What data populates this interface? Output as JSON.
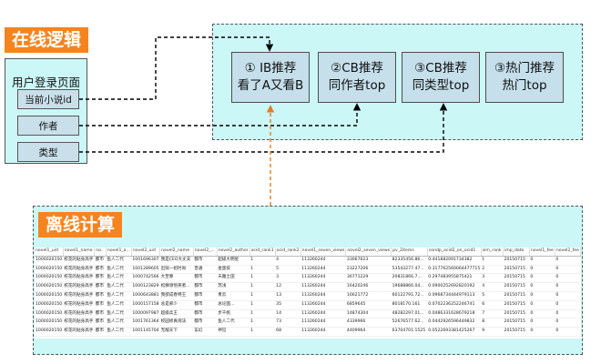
{
  "online": {
    "title": "在线逻辑",
    "algorithms": [
      {
        "line1": "① IB推荐",
        "line2": "看了A又看B"
      },
      {
        "line1": "②CB推荐",
        "line2": "同作者top"
      },
      {
        "line1": "③CB推荐",
        "line2": "同类型top"
      },
      {
        "line1": "③热门推荐",
        "line2": "热门top"
      }
    ]
  },
  "user_page": {
    "title": "用户登录页面",
    "items": [
      "当前小说id",
      "作者",
      "类型"
    ]
  },
  "offline": {
    "title": "离线计算",
    "table": {
      "columns": [
        "novel1_uid",
        "novel1_name",
        "no..",
        "novel1_a...",
        "novel2_uid",
        "novel2_name",
        "novel2_...",
        "novel2_author",
        "ocid_rank1",
        "ocid_rank2",
        "novel1_seven_views",
        "novel2_seven_views",
        "pv_2items",
        "condp_ocid2_on_ocid1",
        "sim_rank",
        "imp_date",
        "novel1_fee",
        "novel2_fee"
      ],
      "rows": [
        [
          "1000020150",
          "校花的贴身高手",
          "都市",
          "鱼人二代",
          "1001696307",
          "我是CEO大丈夫",
          "都市",
          "超级大明星",
          "1",
          "4",
          "113260244",
          "33067623",
          "82335456.86...",
          "0.441882091734382",
          "1",
          "20150715",
          "0",
          "0"
        ],
        [
          "1000020150",
          "校花的贴身高手",
          "都市",
          "鱼人二代",
          "1001289605",
          "出狱一招时尚",
          "普通",
          "金蛋技",
          "1",
          "5",
          "113260244",
          "23227206",
          "53543277.47...",
          "0.317762560064477715",
          "2",
          "20150715",
          "0",
          "0"
        ],
        [
          "1000020150",
          "校花的贴身高手",
          "都市",
          "鱼人二代",
          "1000742566",
          "大至尊",
          "都市",
          "天雅士田",
          "1",
          "3",
          "113260244",
          "36771229",
          "20831866.7...",
          "0.297483955875421",
          "3",
          "20150715",
          "0",
          "0"
        ],
        [
          "1000020150",
          "校花的贴身高手",
          "都市",
          "鱼人二代",
          "1000123829",
          "松狮领悟英者...",
          "都市",
          "苏浅",
          "1",
          "12",
          "113260244",
          "16420246",
          "19688866.04...",
          "0.0900252692820192",
          "4",
          "20150715",
          "0",
          "0"
        ],
        [
          "1000020150",
          "校花的贴身高手",
          "都市",
          "鱼人二代",
          "1000643881",
          "我欲成春特王",
          "都市",
          "青云",
          "1",
          "13",
          "113260244",
          "16621772",
          "60122791.72...",
          "0.0968734444979113",
          "5",
          "20150715",
          "0",
          "0"
        ],
        [
          "1000020150",
          "校花的贴身高手",
          "都市",
          "鱼人二代",
          "1000157158",
          "总是邪少",
          "都市",
          "总论国...",
          "1",
          "35",
          "113260244",
          "6859645",
          "8018170.161",
          "0.0702236252246741",
          "6",
          "20150715",
          "0",
          "0"
        ],
        [
          "1000020150",
          "校花的贴身高手",
          "都市",
          "鱼人二代",
          "1000097987",
          "超级兵王",
          "都市",
          "步千帆",
          "1",
          "14",
          "113260244",
          "14874304",
          "48282297.01...",
          "0.0486331628679218",
          "7",
          "20150715",
          "0",
          "0"
        ],
        [
          "1000020150",
          "校花的贴身高手",
          "都市",
          "鱼人二代",
          "1001761364",
          "校园修真闹法",
          "都市",
          "鱼人二代",
          "1",
          "73",
          "113260244",
          "4339966",
          "52676577.62...",
          "0.0442926596449832",
          "8",
          "20150715",
          "0",
          "0"
        ],
        [
          "1000020150",
          "校花的贴身高手",
          "都市",
          "鱼人二代",
          "1001145704",
          "无敌天下",
          "玄幻",
          "神见",
          "1",
          "68",
          "113260244",
          "4409964",
          "63704701.1525",
          "0.0522693381425267",
          "9",
          "20150715",
          "0",
          "0"
        ]
      ]
    }
  },
  "colors": {
    "label": "#f5841f",
    "panel": "#ccf7f7",
    "box": "#c5dfeb",
    "connector_orange": "#e07b2a"
  }
}
